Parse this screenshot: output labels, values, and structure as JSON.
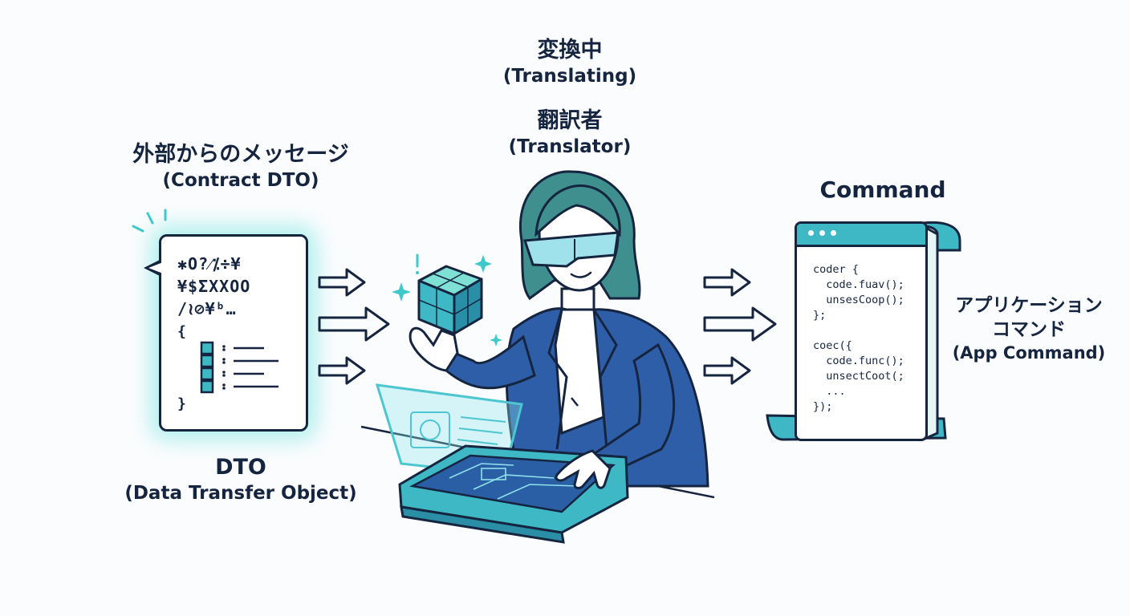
{
  "contract_label": {
    "jp": "外部からのメッセージ",
    "en": "(Contract DTO)"
  },
  "translating_label": {
    "jp": "変換中",
    "en": "(Translating)"
  },
  "translator_label": {
    "jp": "翻訳者",
    "en": "(Translator)"
  },
  "command_title": "Command",
  "dto_label": {
    "jp": "DTO",
    "en": "(Data Transfer Object)"
  },
  "app_command_label": {
    "jp1": "アプリケーション",
    "jp2": "コマンド",
    "en": "(App Command)"
  },
  "dto_bubble": {
    "rows": [
      "✱O?⁄⁒÷¥",
      "¥$ΣXXOO",
      "/≀⊘¥ᵇ…"
    ],
    "open_brace": "{",
    "close_brace": "}"
  },
  "command_code": "coder {\n  code.fuav();\n  unsesCoop();\n};\n\ncoec({\n  code.func();\n  unsectCoot(;\n  ...\n});",
  "colors": {
    "ink": "#16253f",
    "teal": "#3fb8c6",
    "glow": "#55e3dd",
    "jacket": "#2f5ea8",
    "hair": "#3f8f8e"
  }
}
